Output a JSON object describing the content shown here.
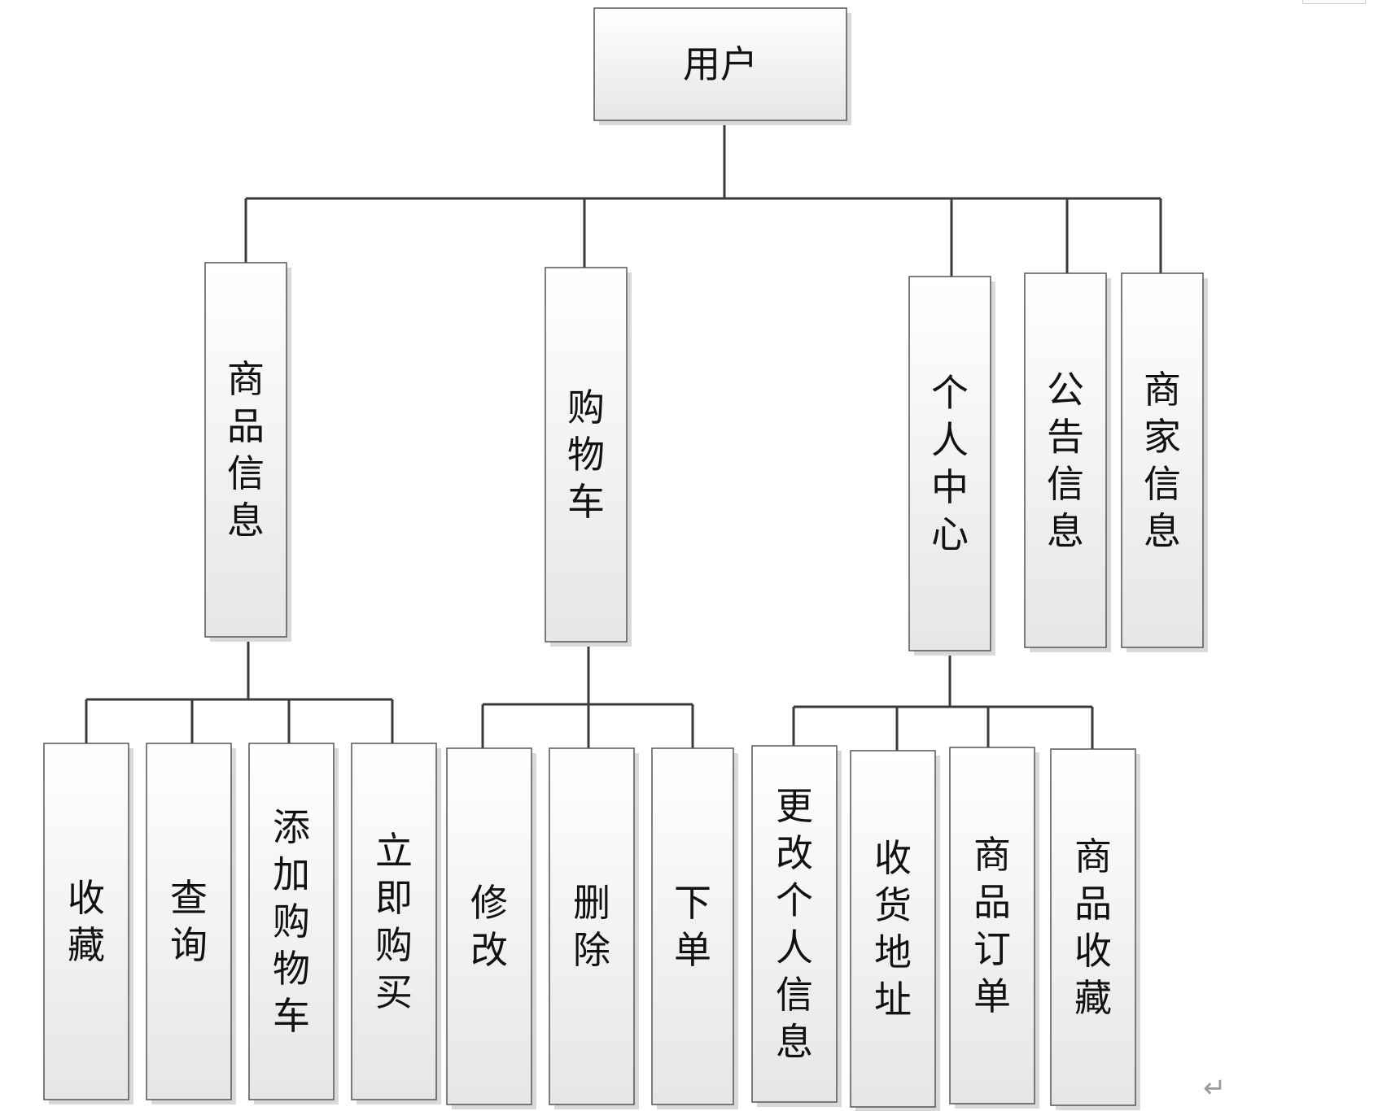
{
  "diagram": {
    "root": {
      "id": "user",
      "label": "用户",
      "children": [
        {
          "id": "product-info",
          "label": "商品信息",
          "children": [
            {
              "id": "favorite",
              "label": "收藏"
            },
            {
              "id": "query",
              "label": "查询"
            },
            {
              "id": "add-to-cart",
              "label": "添加购物车"
            },
            {
              "id": "buy-now",
              "label": "立即购买"
            }
          ]
        },
        {
          "id": "shopping-cart",
          "label": "购物车",
          "children": [
            {
              "id": "modify",
              "label": "修改"
            },
            {
              "id": "delete",
              "label": "删除"
            },
            {
              "id": "place-order",
              "label": "下单"
            }
          ]
        },
        {
          "id": "personal-center",
          "label": "个人中心",
          "children": [
            {
              "id": "edit-profile",
              "label": "更改个人信息"
            },
            {
              "id": "shipping-address",
              "label": "收货地址"
            },
            {
              "id": "product-orders",
              "label": "商品订单"
            },
            {
              "id": "product-favorites",
              "label": "商品收藏"
            }
          ]
        },
        {
          "id": "announcements",
          "label": "公告信息"
        },
        {
          "id": "merchant-info",
          "label": "商家信息"
        }
      ]
    },
    "colors": {
      "box_top": "#ffffff",
      "box_bottom": "#e6e6e6",
      "border": "#555555",
      "line": "#3a3a3a",
      "text": "#111111"
    },
    "paragraph_mark": "↵"
  }
}
